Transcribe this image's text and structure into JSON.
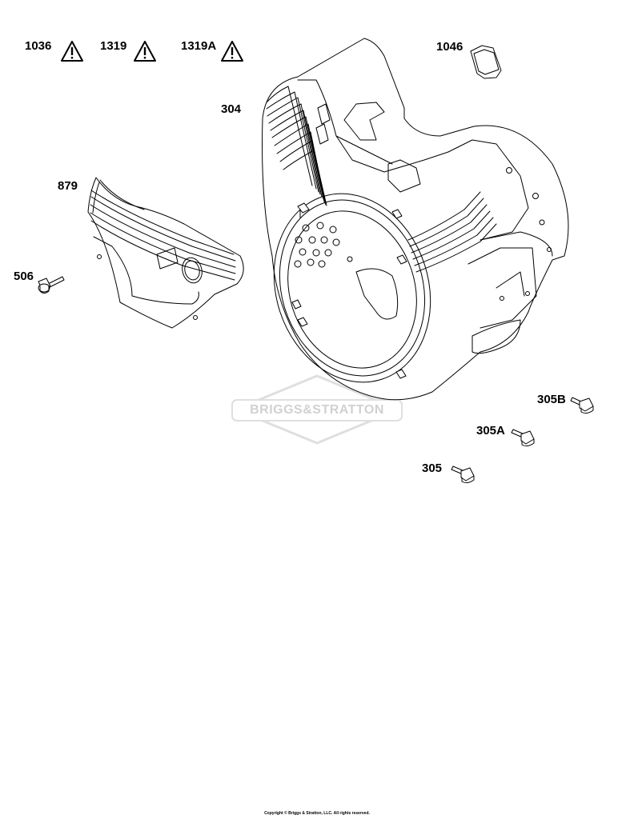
{
  "parts": {
    "p1036": "1036",
    "p1319": "1319",
    "p1319a": "1319A",
    "p1046": "1046",
    "p304": "304",
    "p879": "879",
    "p506": "506",
    "p305b": "305B",
    "p305a": "305A",
    "p305": "305"
  },
  "warning_icon": "warning-triangle-icon",
  "watermark": "BRIGGS&STRATTON",
  "copyright": "Copyright © Briggs & Stratton, LLC. All rights reserved."
}
